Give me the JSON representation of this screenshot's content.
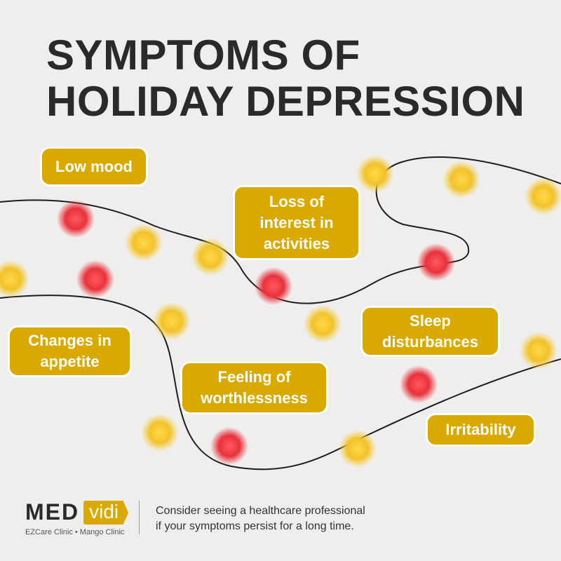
{
  "title_lines": [
    "SYMPTOMS OF",
    "HOLIDAY DEPRESSION"
  ],
  "symptoms": [
    "Low mood",
    "Loss of interest in activities",
    "Changes in appetite",
    "Feeling of worthlessness",
    "Sleep disturbances",
    "Irritability"
  ],
  "footer": {
    "brand_med": "MED",
    "brand_vidi": "vidi",
    "clinics": "EZCare Clinic • Mango Clinic",
    "note_lines": [
      "Consider seeing a healthcare professional",
      "if your symptoms persist for a long time."
    ]
  },
  "colors": {
    "accent": "#d9a900",
    "bulb_red": "#e8323c",
    "bulb_yellow": "#f5c518",
    "text": "#2a2a2a"
  }
}
